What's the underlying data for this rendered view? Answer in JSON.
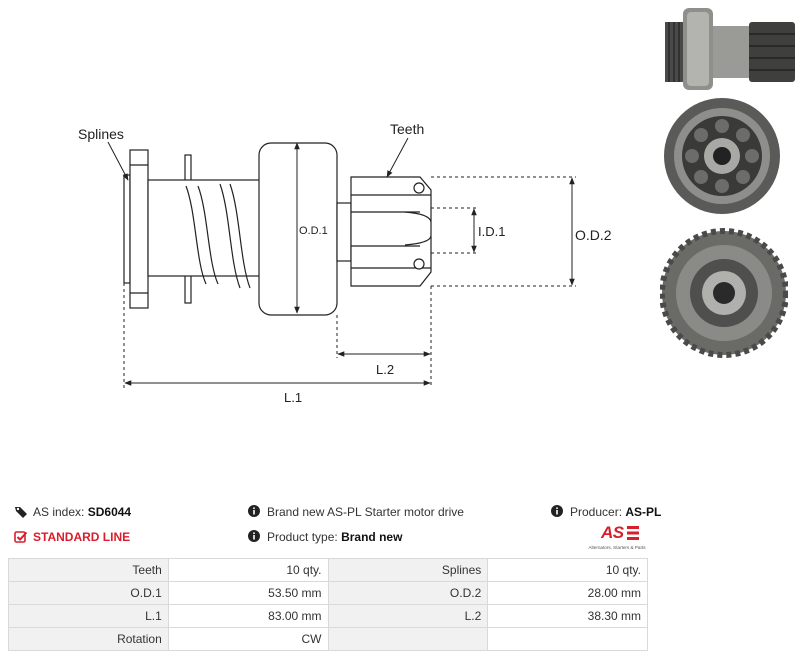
{
  "drawing": {
    "labels": {
      "splines": "Splines",
      "teeth": "Teeth",
      "od1": "O.D.1",
      "id1": "I.D.1",
      "od2": "O.D.2",
      "l1": "L.1",
      "l2": "L.2"
    }
  },
  "info": {
    "as_index_label": "AS index:",
    "as_index_value": "SD6044",
    "standard_line": "STANDARD LINE",
    "description": "Brand new AS-PL Starter motor drive",
    "product_type_label": "Product type:",
    "product_type_value": "Brand new",
    "producer_label": "Producer:",
    "producer_value": "AS-PL",
    "logo_mark": "AS",
    "logo_tagline": "Alternators, Starters & Parts"
  },
  "specs": [
    {
      "l1": "Teeth",
      "v1": "10 qty.",
      "l2": "Splines",
      "v2": "10 qty."
    },
    {
      "l1": "O.D.1",
      "v1": "53.50 mm",
      "l2": "O.D.2",
      "v2": "28.00 mm"
    },
    {
      "l1": "L.1",
      "v1": "83.00 mm",
      "l2": "L.2",
      "v2": "38.30 mm"
    },
    {
      "l1": "Rotation",
      "v1": "CW",
      "l2": "",
      "v2": ""
    }
  ],
  "colors": {
    "accent_red": "#d81e2c",
    "table_label_bg": "#f1f1f1",
    "table_border": "#d9d9d9"
  }
}
